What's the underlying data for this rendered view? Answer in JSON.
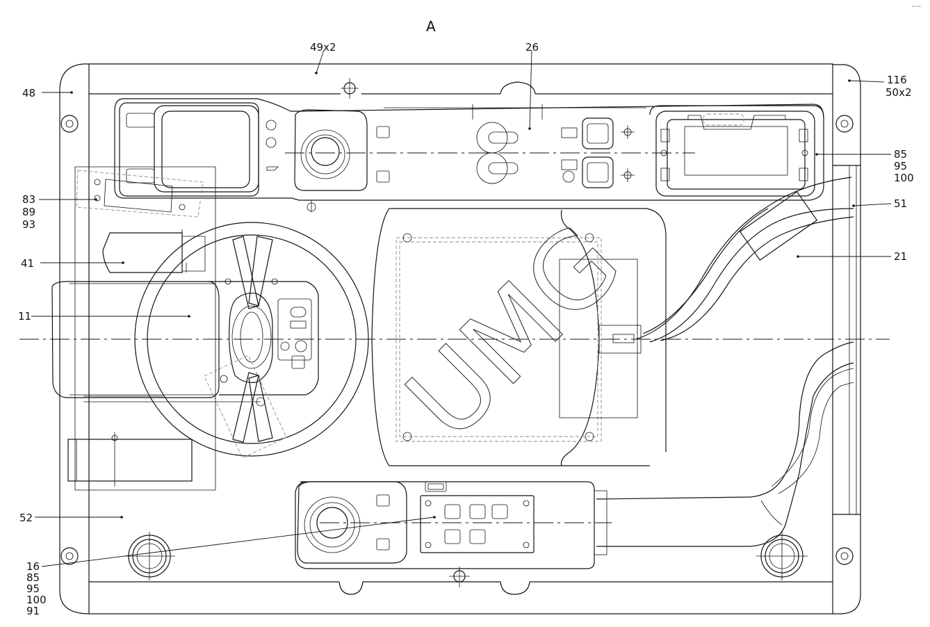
{
  "view_label": "A",
  "corner_mark": "ᵃᵐ ᵃᵃᵃ",
  "watermark": "UMG",
  "callouts": {
    "c49x2": "49x2",
    "c26": "26",
    "c48": "48",
    "c116": "116",
    "c50x2": "50x2",
    "c85": "85",
    "c95": "95",
    "c100": "100",
    "c51": "51",
    "c21": "21",
    "c83": "83",
    "c89": "89",
    "c93": "93",
    "c41": "41",
    "c11": "11",
    "c52": "52",
    "b16": "16",
    "b85": "85",
    "b95": "95",
    "b100": "100",
    "b91": "91"
  }
}
